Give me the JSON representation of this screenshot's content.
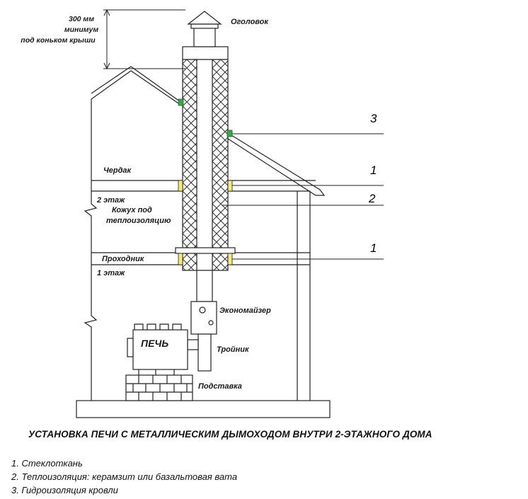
{
  "labels": {
    "clearance": [
      "300 мм",
      "минимум",
      "под коньком крыши"
    ],
    "cap": "Оголовок",
    "attic": "Чердак",
    "floor2": "2 этаж",
    "casing": [
      "Кожух под",
      "теплоизоляцию"
    ],
    "passthrough": "Проходник",
    "floor1": "1 этаж",
    "economizer": "Экономайзер",
    "tee": "Тройник",
    "stove": "ПЕЧЬ",
    "stand": "Подставка"
  },
  "callouts": {
    "c3": "3",
    "c1_top": "1",
    "c2": "2",
    "c1_bottom": "1"
  },
  "title": "УСТАНОВКА ПЕЧИ С МЕТАЛЛИЧЕСКИМ ДЫМОХОДОМ ВНУТРИ 2-ЭТАЖНОГО ДОМА",
  "legend": [
    "1. Стеклоткань",
    "2. Теплоизоляция: керамзит или базальтовая вата",
    "3. Гидроизоляция кровли"
  ],
  "colors": {
    "line": "#222222",
    "fiberglass": "#f3ea7a",
    "waterproofing": "#3aa84a",
    "insulation_hatch": "#333333"
  }
}
